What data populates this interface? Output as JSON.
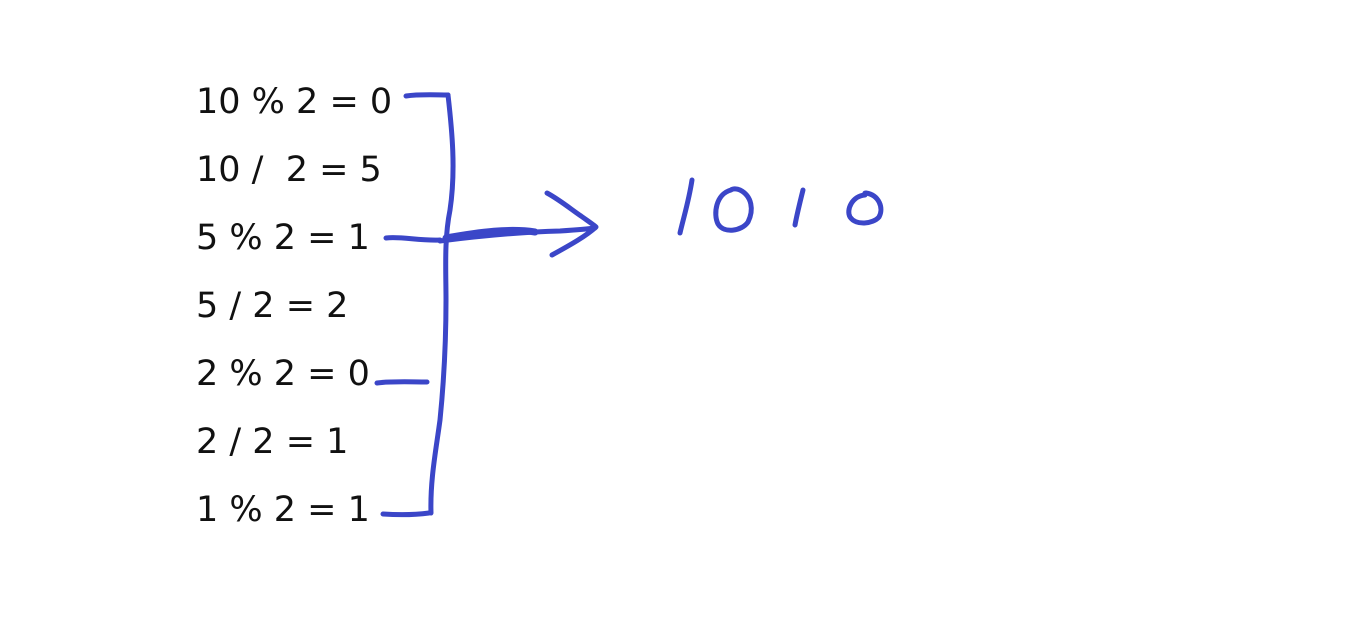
{
  "equations": [
    "10 % 2 = 0",
    "10 /  2 = 5",
    "5 % 2 = 1",
    "5 / 2 = 2",
    "2 % 2 = 0",
    "2 / 2 = 1",
    "1 % 2 = 1"
  ],
  "result": {
    "text": "1010",
    "digits": [
      "1",
      "0",
      "1",
      "0"
    ]
  },
  "colors": {
    "text": "#111111",
    "ink": "#3b46c8",
    "background": "#ffffff"
  }
}
